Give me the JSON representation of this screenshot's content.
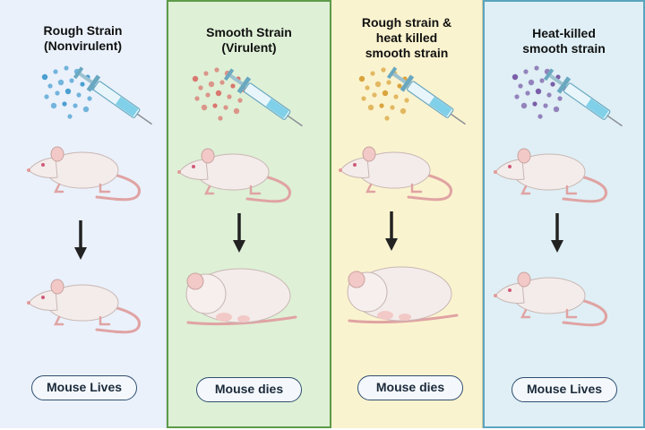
{
  "panels": [
    {
      "title_lines": [
        "Rough Strain",
        "(Nonvirulent)"
      ],
      "result": "Mouse Lives",
      "dot_color": "#4a9fd1"
    },
    {
      "title_lines": [
        "Smooth Strain",
        "(Virulent)"
      ],
      "result": "Mouse dies",
      "dot_color": "#d9776f"
    },
    {
      "title_lines": [
        "Rough strain &",
        "heat killed",
        "smooth strain"
      ],
      "result": "Mouse dies",
      "dot_color": "#d9a43e"
    },
    {
      "title_lines": [
        "Heat-killed",
        "smooth strain"
      ],
      "result": "Mouse Lives",
      "dot_color": "#7a5ea8"
    }
  ]
}
